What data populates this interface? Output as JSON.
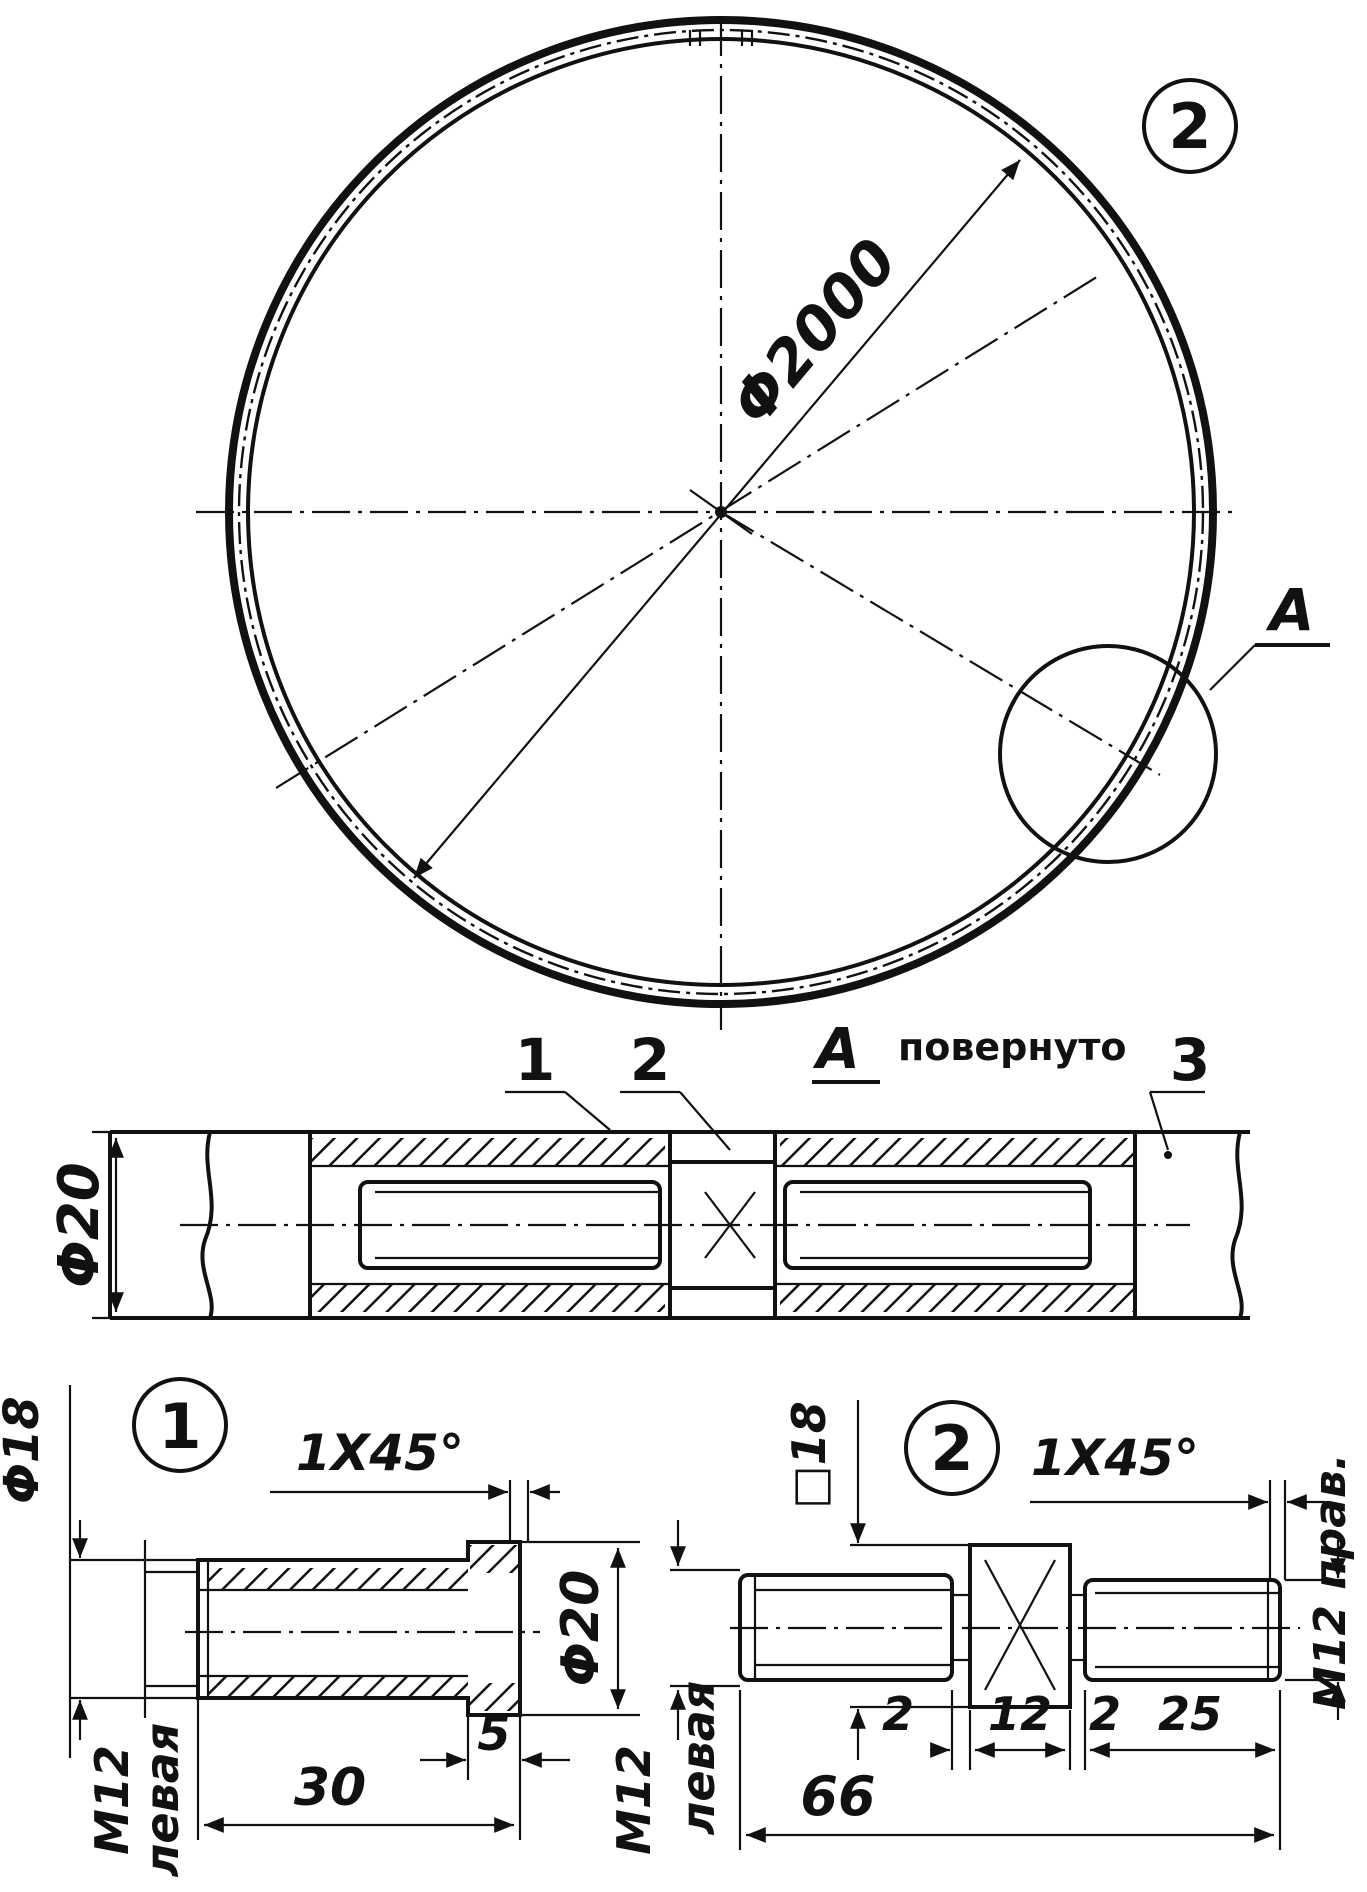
{
  "colors": {
    "ink": "#111111",
    "paper": "#ffffff"
  },
  "ring_view": {
    "callout": "2",
    "diameter_label": "Φ2000",
    "detail_label": "A"
  },
  "detail_a": {
    "title": "A",
    "title_note": "повернуто",
    "callouts": [
      "1",
      "2",
      "3"
    ],
    "diameter_label": "Φ20",
    "thread_note": "M12 прав."
  },
  "part_1": {
    "callout": "1",
    "chamfer": "1X45°",
    "outer_diameter": "Φ18",
    "collar_diameter": "Φ20",
    "collar_width": "5",
    "length": "30",
    "thread": "M12",
    "thread_hand": "левая"
  },
  "part_2": {
    "callout": "2",
    "chamfer": "1X45°",
    "square": "□18",
    "dim_left_gap": "2",
    "dim_square": "12",
    "dim_right_gap": "2",
    "dim_thread": "25",
    "length": "66",
    "thread": "M12",
    "thread_hand": "левая"
  }
}
